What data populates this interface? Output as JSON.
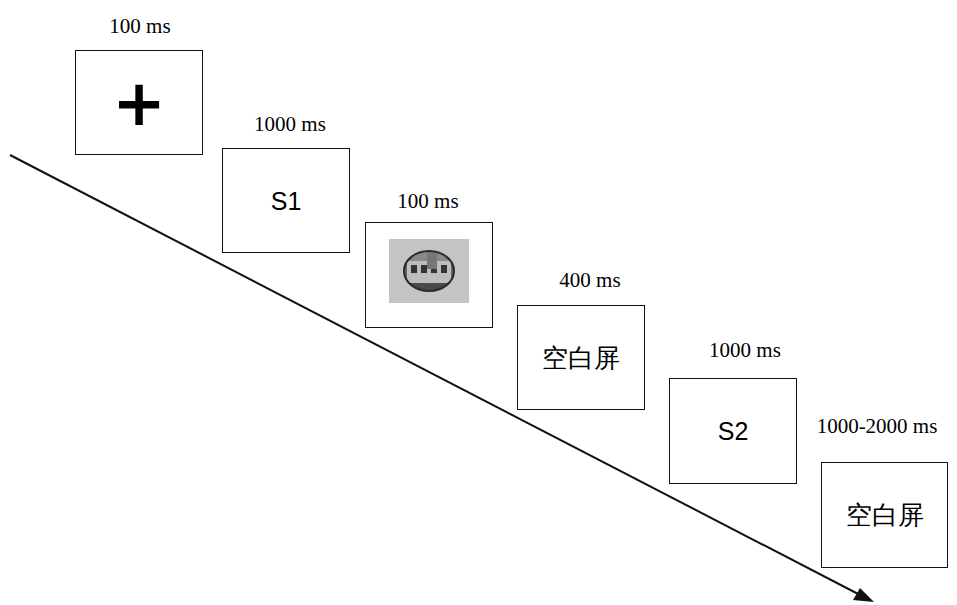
{
  "diagram": {
    "nodes": [
      {
        "text": [
          "100 ms",
          "+"
        ]
      },
      {
        "text": [
          "1000 ms",
          "S1"
        ]
      },
      {
        "text": [
          "100 ms"
        ]
      },
      {
        "text": [
          "400 ms",
          "空白屏"
        ]
      },
      {
        "text": [
          "1000 ms",
          "S2"
        ]
      },
      {
        "text": [
          "1000-2000 ms",
          "空白屏"
        ]
      }
    ]
  }
}
